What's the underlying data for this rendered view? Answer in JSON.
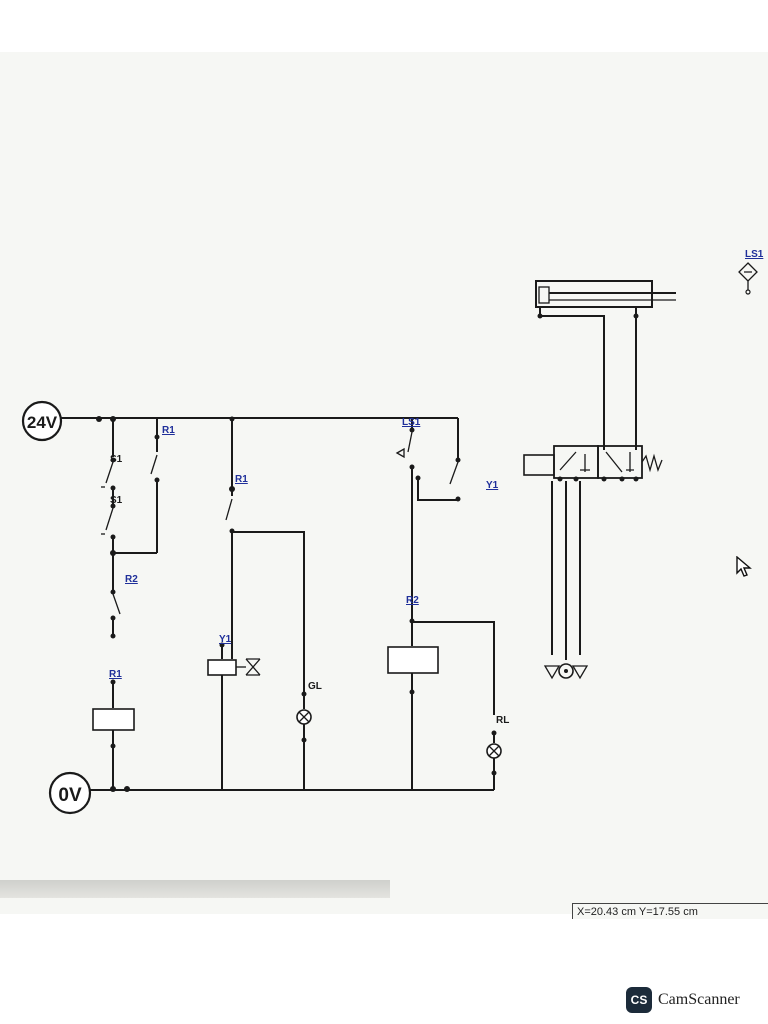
{
  "rails": {
    "positive": "24V",
    "negative": "0V"
  },
  "labels": {
    "s1_top": "S1",
    "s1_bottom": "S1",
    "r1_holding": "R1",
    "r1_valve": "R1",
    "r1_coil": "R1",
    "r2_series": "R2",
    "r2_coil": "R2",
    "y1_solenoid": "Y1",
    "y1_ref": "Y1",
    "ls1_contact": "LS1",
    "ls1_sensor": "LS1",
    "green_lamp": "GL",
    "red_lamp": "RL"
  },
  "status": {
    "coordinates": "X=20.43 cm  Y=17.55 cm"
  },
  "watermark": {
    "logo": "CS",
    "brand": "CamScanner"
  },
  "colors": {
    "wire": "#1a1a1a",
    "link": "#1f2f9a",
    "screen": "#f6f7f4"
  }
}
